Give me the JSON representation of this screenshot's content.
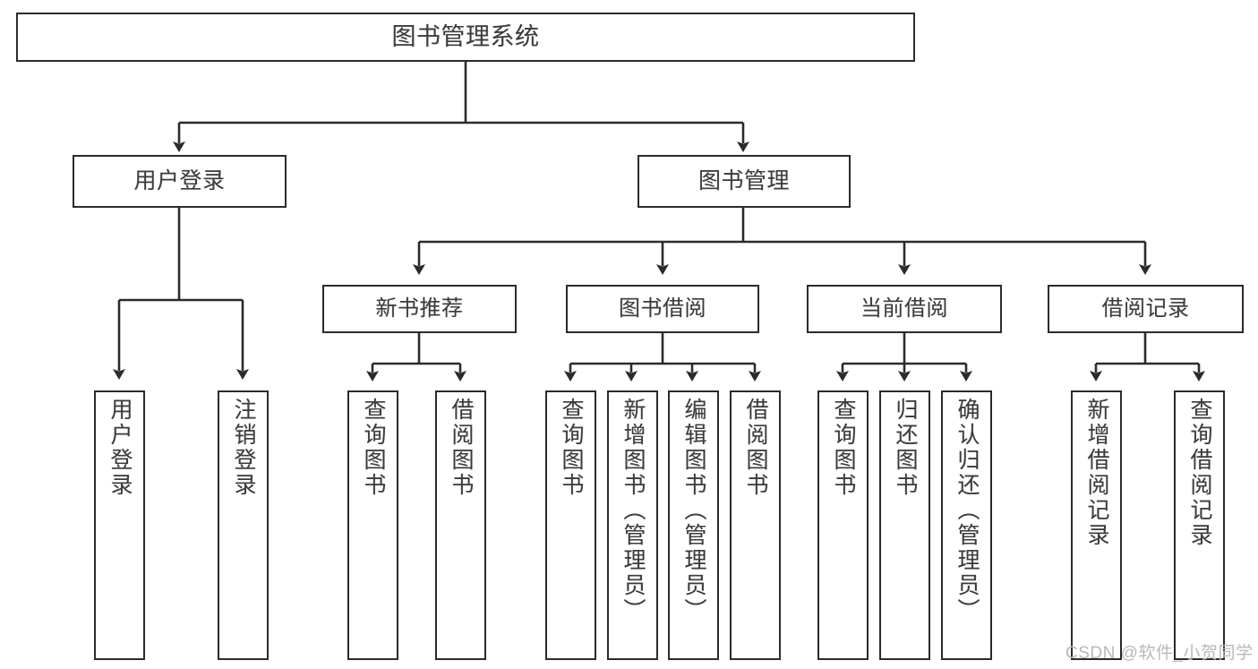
{
  "diagram": {
    "type": "tree",
    "title": "图书管理系统",
    "root": {
      "label": "图书管理系统"
    },
    "level2": [
      {
        "label": "用户登录"
      },
      {
        "label": "图书管理"
      }
    ],
    "level3": [
      {
        "label": "新书推荐"
      },
      {
        "label": "图书借阅"
      },
      {
        "label": "当前借阅"
      },
      {
        "label": "借阅记录"
      }
    ],
    "leaves": {
      "user_login": [
        {
          "label": "用户登录"
        },
        {
          "label": "注销登录"
        }
      ],
      "new_book_recommend": [
        {
          "label": "查询图书"
        },
        {
          "label": "借阅图书"
        }
      ],
      "book_borrow": [
        {
          "label": "查询图书"
        },
        {
          "label": "新增图书（管理员）"
        },
        {
          "label": "编辑图书（管理员）"
        },
        {
          "label": "借阅图书"
        }
      ],
      "current_borrow": [
        {
          "label": "查询图书"
        },
        {
          "label": "归还图书"
        },
        {
          "label": "确认归还（管理员）"
        }
      ],
      "borrow_record": [
        {
          "label": "新增借阅记录"
        },
        {
          "label": "查询借阅记录"
        }
      ]
    }
  },
  "watermark": {
    "text": "CSDN @软件_小贺同学"
  },
  "colors": {
    "stroke": "#2b2b2b",
    "text": "#3c3c3c",
    "background": "#ffffff",
    "watermark": "#b9b9b9"
  }
}
